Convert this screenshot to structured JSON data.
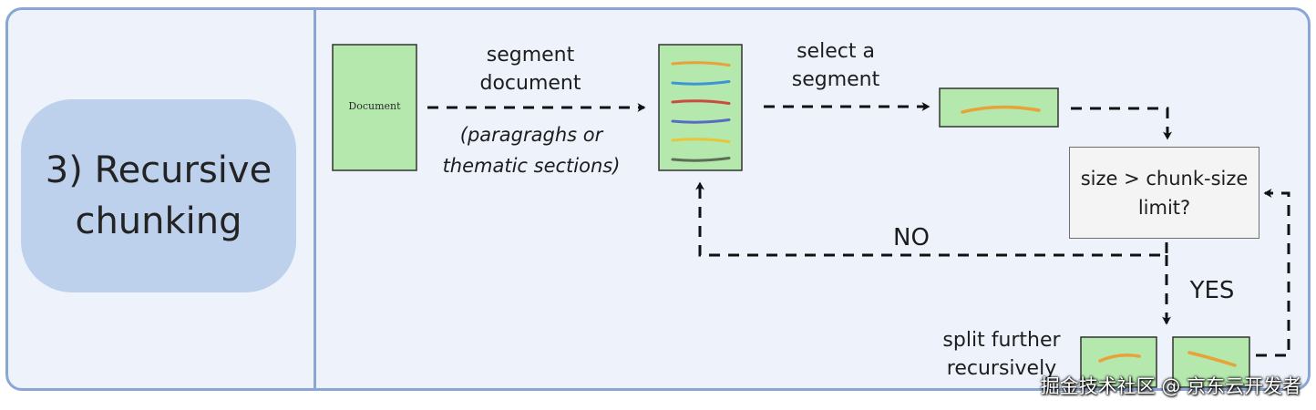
{
  "title": "3) Recursive chunking",
  "document_label": "Document",
  "steps": {
    "segment_document": "segment\ndocument",
    "segment_note": "(paragraghs or\nthematic sections)",
    "select_segment": "select a\nsegment",
    "decision": "size > chunk-size\nlimit?",
    "no_label": "NO",
    "yes_label": "YES",
    "split_label": "split further\nrecursively"
  },
  "watermark": "掘金技术社区 @ 京东云开发者",
  "colors": {
    "frame_border": "#8aa6d4",
    "panel_bg": "#edf2fb",
    "title_pill": "#bdd0ec",
    "green_box": "#b4e8ad",
    "decision_bg": "#f4f4f4"
  },
  "segment_line_colors": [
    "#e8a23a",
    "#3d95d6",
    "#c94c3f",
    "#5a6bc4",
    "#e8c53a",
    "#5c6e56"
  ],
  "icons": {
    "flow_arrows": "dashed-arrow-icon"
  }
}
